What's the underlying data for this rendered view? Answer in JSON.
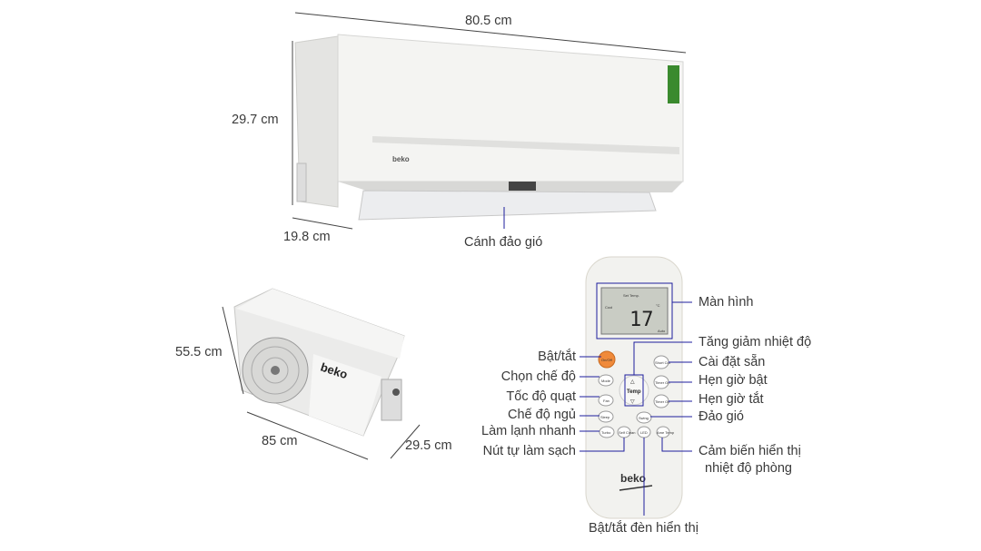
{
  "dimensions": {
    "indoor_width": "80.5 cm",
    "indoor_height": "29.7 cm",
    "indoor_depth": "19.8 cm",
    "outdoor_height": "55.5 cm",
    "outdoor_width": "85 cm",
    "outdoor_depth": "29.5 cm"
  },
  "indoor_labels": {
    "louver": "Cánh đảo gió"
  },
  "brand": "beko",
  "remote": {
    "left_labels": [
      "Bật/tắt",
      "Chọn chế độ",
      "Tốc độ quạt",
      "Chế độ ngủ",
      "Làm lạnh nhanh",
      "Nút tự làm sạch"
    ],
    "right_labels": [
      "Màn hình",
      "Tăng giảm nhiệt độ",
      "Cài đặt sẵn",
      "Hẹn giờ bật",
      "Hẹn giờ tắt",
      "Đảo gió",
      "Cảm biến hiển thị",
      "nhiệt độ phòng"
    ],
    "bottom_label": "Bật/tắt đèn hiển thị",
    "lcd": {
      "mode": "Cool",
      "set_temp_label": "Set Temp.",
      "temperature": "17",
      "unit": "°C",
      "fan": "Auto"
    },
    "buttons": {
      "on_off": "On/Off",
      "mode": "Mode",
      "fan": "Fan",
      "sleep": "Sleep",
      "turbo": "Turbo",
      "self_clean": "Self Clean",
      "led": "LED",
      "room_temp": "Ame Temp",
      "swing": "Swing",
      "short_cut": "Short Cut",
      "timer_on": "Timer On",
      "timer_off": "Timer Off",
      "temp": "Temp"
    }
  },
  "colors": {
    "callout_line": "#1d1d9e",
    "on_off_button": "#f08a3a",
    "body": "#f2f2ef"
  }
}
